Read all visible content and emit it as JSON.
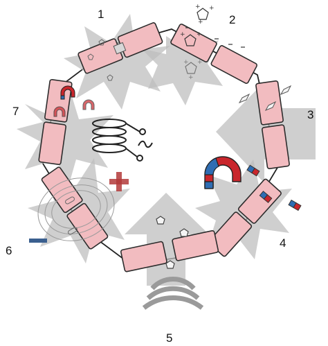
{
  "figure": {
    "labels": [
      "1",
      "2",
      "3",
      "4",
      "5",
      "6",
      "7"
    ],
    "colors": {
      "segment_fill": "#f2bcc0",
      "segment_stroke": "#2c2c2c",
      "arrow_fill": "#bdbdbd",
      "magnet_red": "#c9262c",
      "magnet_blue": "#2f6db3",
      "minus_bar": "#3a5f8f",
      "plus_sign": "#b33a3a"
    },
    "icons": {
      "stimulus_1": "pentagon-particles-icon",
      "stimulus_2": "charged-pentagon-icon",
      "stimulus_3": "flake-particles-icon",
      "stimulus_4": "horseshoe-magnet-icon",
      "stimulus_5": "acoustic-wave-icon",
      "stimulus_6": "electric-field-icon",
      "stimulus_7": "ac-coil-icon"
    }
  }
}
